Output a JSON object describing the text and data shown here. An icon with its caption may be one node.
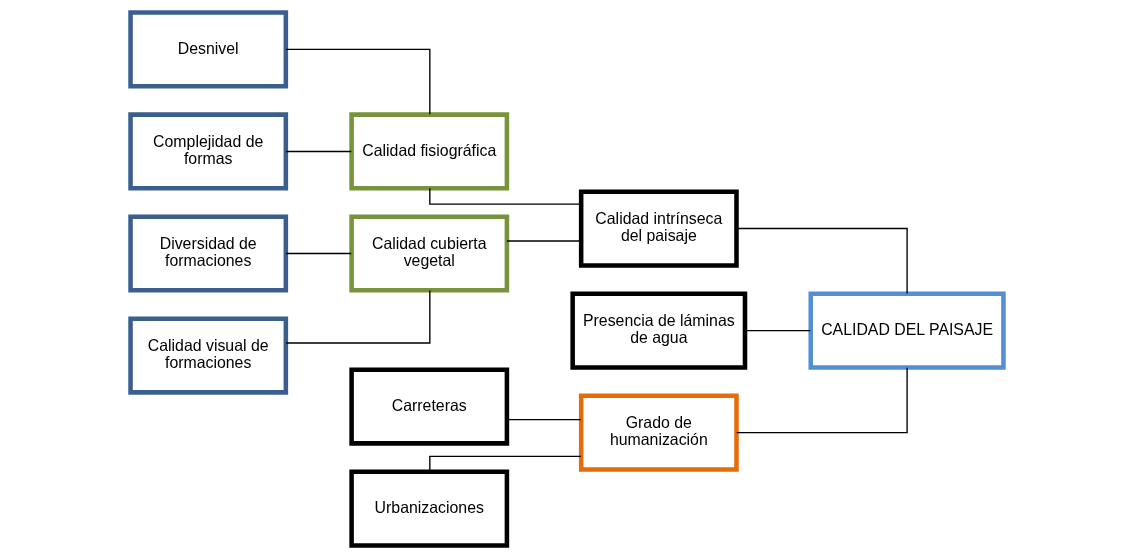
{
  "diagram": {
    "nodes": [
      {
        "text": [
          "Desnivel"
        ]
      },
      {
        "text": [
          "Complejidad de formas"
        ]
      },
      {
        "text": [
          "Diversidad de formaciones"
        ]
      },
      {
        "text": [
          "Calidad visual de formaciones"
        ]
      },
      {
        "text": [
          "Calidad fisiográfica"
        ]
      },
      {
        "text": [
          "Calidad cubierta vegetal"
        ]
      },
      {
        "text": [
          "Calidad intrínseca del paisaje"
        ]
      },
      {
        "text": [
          "Presencia de láminas de agua"
        ]
      },
      {
        "text": [
          "Carreteras"
        ]
      },
      {
        "text": [
          "Urbanizaciones"
        ]
      },
      {
        "text": [
          "Grado de humanización"
        ]
      },
      {
        "text": [
          "CALIDAD DEL PAISAJE"
        ]
      }
    ],
    "edges": [
      {
        "from": 0,
        "to": 4,
        "arrow": "none"
      },
      {
        "from": 1,
        "to": 4,
        "arrow": "none"
      },
      {
        "from": 2,
        "to": 5,
        "arrow": "none"
      },
      {
        "from": 3,
        "to": 5,
        "arrow": "none"
      },
      {
        "from": 4,
        "to": 6,
        "arrow": "none"
      },
      {
        "from": 5,
        "to": 6,
        "arrow": "none"
      },
      {
        "from": 6,
        "to": 11,
        "arrow": "none"
      },
      {
        "from": 7,
        "to": 11,
        "arrow": "none"
      },
      {
        "from": 8,
        "to": 10,
        "arrow": "none"
      },
      {
        "from": 9,
        "to": 10,
        "arrow": "none"
      },
      {
        "from": 10,
        "to": 11,
        "arrow": "none"
      }
    ]
  }
}
